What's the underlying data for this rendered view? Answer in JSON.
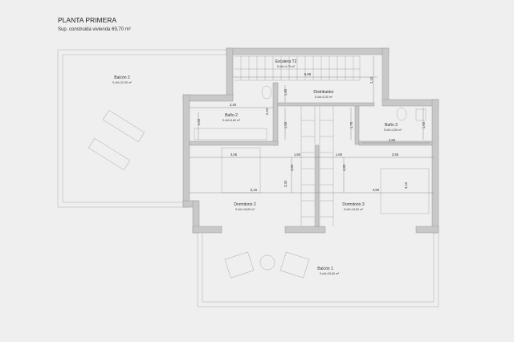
{
  "plan": {
    "title": "PLANTA PRIMERA",
    "subtitle": "Sup. construida vivienda 69,70 m²",
    "rooms": {
      "balcon2": {
        "name": "Balcón 2",
        "area": "S.útil=32,95 m²"
      },
      "escalera": {
        "name": "Escalera T2",
        "area": "S.útil=4,75 m²"
      },
      "distribuidor": {
        "name": "Distribuidor",
        "area": "S.útil=5,30 m²"
      },
      "bano2": {
        "name": "Baño 2",
        "area": "S.útil=6,80 m²"
      },
      "bano3": {
        "name": "Baño 3",
        "area": "S.útil=4,55 m²"
      },
      "dormitorio2": {
        "name": "Dormitorio 2",
        "area": "S.útil=18,80 m²"
      },
      "dormitorio3": {
        "name": "Dormitorio 3",
        "area": "S.útil=18,80 m²"
      },
      "balcon1": {
        "name": "Balcón 1",
        "area": "S.útil=26,80 m²"
      }
    },
    "dimensions": {
      "stair_width": "5,98",
      "stair_depth": "2,10",
      "dist_height": "1,90",
      "bano2_width": "3,45",
      "bano2_depth": "1,60",
      "bano2_side": "2,40",
      "hall_depth": "1,50",
      "bano3_side": "1,70",
      "bano3_depth": "1,60",
      "bano3_width": "2,85",
      "d2_top": "3,55",
      "hall_left": "1,60",
      "hall_right": "1,60",
      "d3_top": "2,95",
      "d2_depth": "4,80",
      "d3_depth": "4,80",
      "d2_inner": "3,30",
      "d3_inner": "3,10",
      "d2_width": "5,15",
      "d3_width": "4,55"
    }
  }
}
